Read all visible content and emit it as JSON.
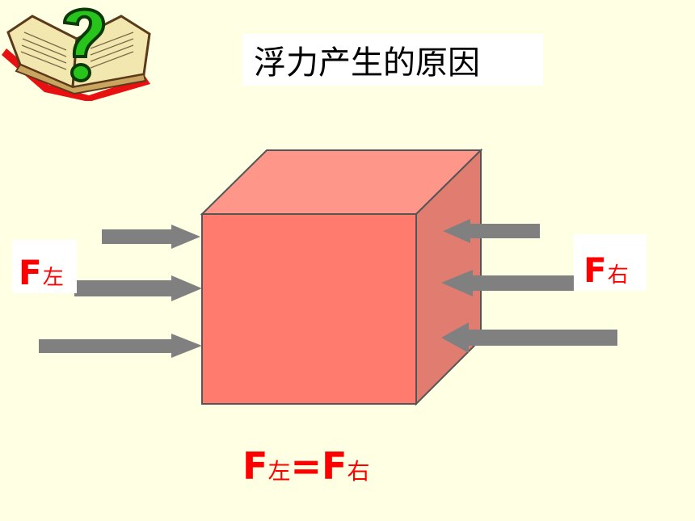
{
  "title": "浮力产生的原因",
  "label_left": {
    "main": "F",
    "sub": "左"
  },
  "label_right": {
    "main": "F",
    "sub": "右"
  },
  "equation": {
    "left_main": "F",
    "left_sub": "左",
    "op": "=",
    "right_main": "F",
    "right_sub": "右"
  },
  "icons": {
    "corner": "book-question-icon"
  },
  "colors": {
    "background": "#ffffe4",
    "cube_front": "#ff7b6e",
    "cube_top": "#ff968a",
    "cube_side": "#e07d70",
    "cube_edge": "#555555",
    "arrow": "#808080",
    "label_red": "#ff0000"
  }
}
